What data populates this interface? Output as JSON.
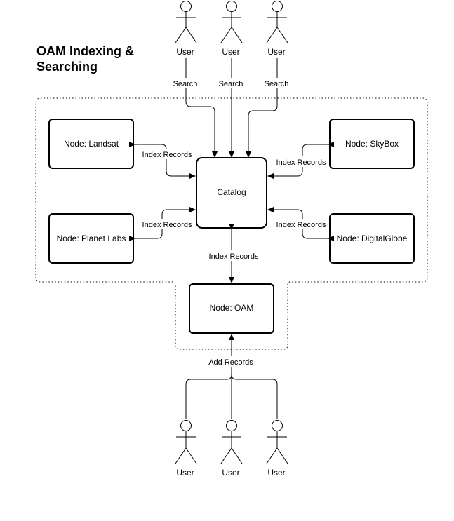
{
  "title": "OAM Indexing & Searching",
  "nodes": {
    "landsat": "Node: Landsat",
    "skybox": "Node: SkyBox",
    "planet_labs": "Node: Planet Labs",
    "digitalglobe": "Node: DigitalGlobe",
    "catalog": "Catalog",
    "oam": "Node: OAM"
  },
  "actors": {
    "user_label": "User"
  },
  "edge_labels": {
    "search": "Search",
    "index_records": "Index Records",
    "add_records": "Add Records"
  },
  "colors": {
    "line": "#000000",
    "background": "#ffffff"
  }
}
